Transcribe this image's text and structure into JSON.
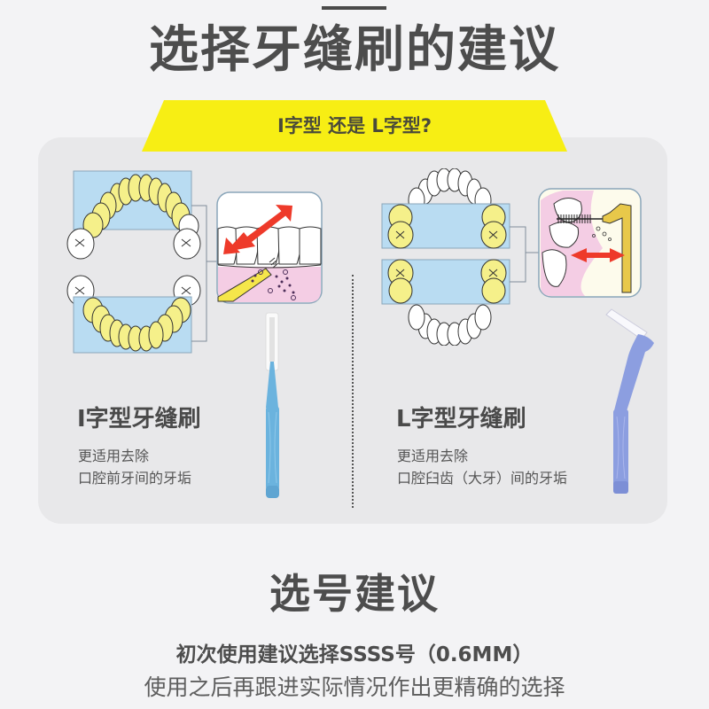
{
  "header": {
    "title": "选择牙缝刷的建议",
    "banner": "I字型 还是 L字型?"
  },
  "types": [
    {
      "name": "I字型牙缝刷",
      "desc_line1": "更适用去除",
      "desc_line2": "口腔前牙间的牙垢",
      "handle_color": "#6bb3de",
      "highlight": "front-teeth"
    },
    {
      "name": "L字型牙缝刷",
      "desc_line1": "更适用去除",
      "desc_line2": "口腔臼齿（大牙）间的牙垢",
      "handle_color": "#8c9ee0",
      "highlight": "molars"
    }
  ],
  "size_section": {
    "title": "选号建议",
    "line1": "初次使用建议选择SSSS号（0.6MM）",
    "line2": "使用之后再跟进实际情况作出更精确的选择"
  },
  "colors": {
    "background": "#f3f3f5",
    "card": "#e8e8ea",
    "banner_yellow": "#f7ee14",
    "tooth_yellow": "#f5f08a",
    "jaw_blue": "#b9dcf2",
    "gum_pink": "#f4cde4",
    "arrow_red": "#ee3a2a",
    "text_dark": "#4d4d4d"
  }
}
